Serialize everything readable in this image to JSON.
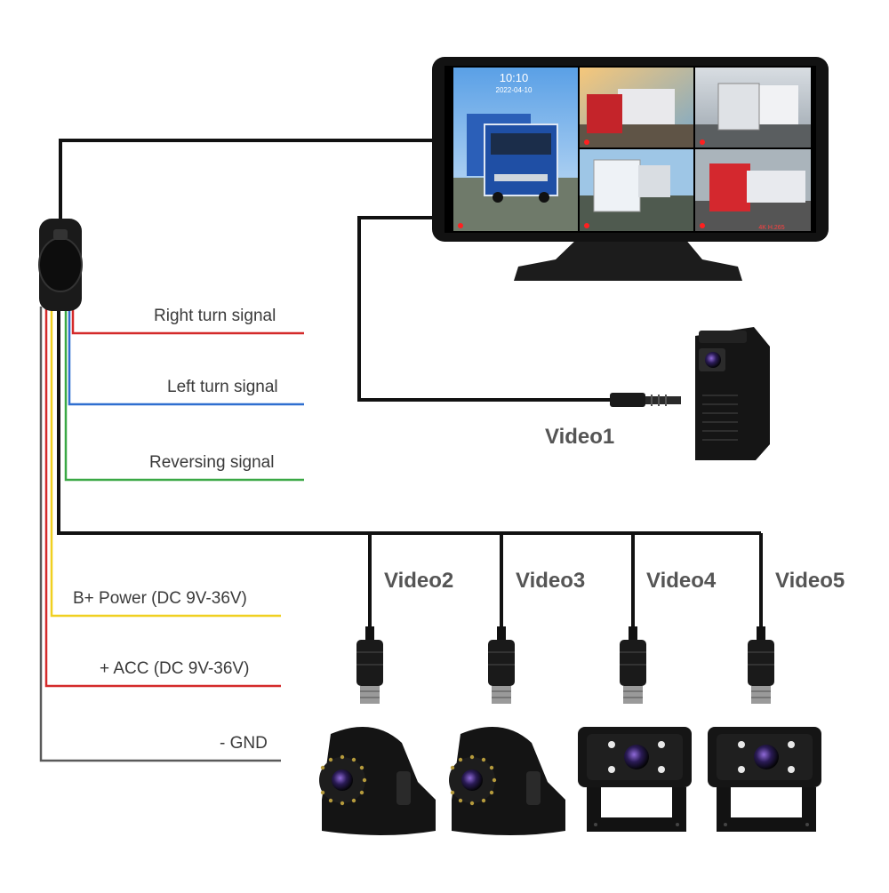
{
  "monitor": {
    "clock_time": "10:10",
    "clock_date": "2022-04-10",
    "quad_badge": "4K H.265"
  },
  "wires": {
    "right_turn": "Right turn signal",
    "left_turn": "Left turn signal",
    "reversing": "Reversing signal",
    "b_power": "B+ Power (DC 9V-36V)",
    "acc": "+ ACC (DC 9V-36V)",
    "gnd": "- GND"
  },
  "videos": {
    "v1": "Video1",
    "v2": "Video2",
    "v3": "Video3",
    "v4": "Video4",
    "v5": "Video5"
  },
  "colors": {
    "red_wire": "#d42a2a",
    "blue_wire": "#2f6fd0",
    "green_wire": "#3aa845",
    "yellow_wire": "#f0d020",
    "gray_wire": "#5a5a5a",
    "black_cable": "#111111"
  },
  "icons": {
    "monitor": "monitor-icon",
    "dash_cam": "dashcam-icon",
    "side_camera": "side-camera-icon",
    "rear_camera": "rear-camera-icon",
    "connector": "aviation-connector-icon",
    "harness_clip": "harness-clip-icon"
  }
}
